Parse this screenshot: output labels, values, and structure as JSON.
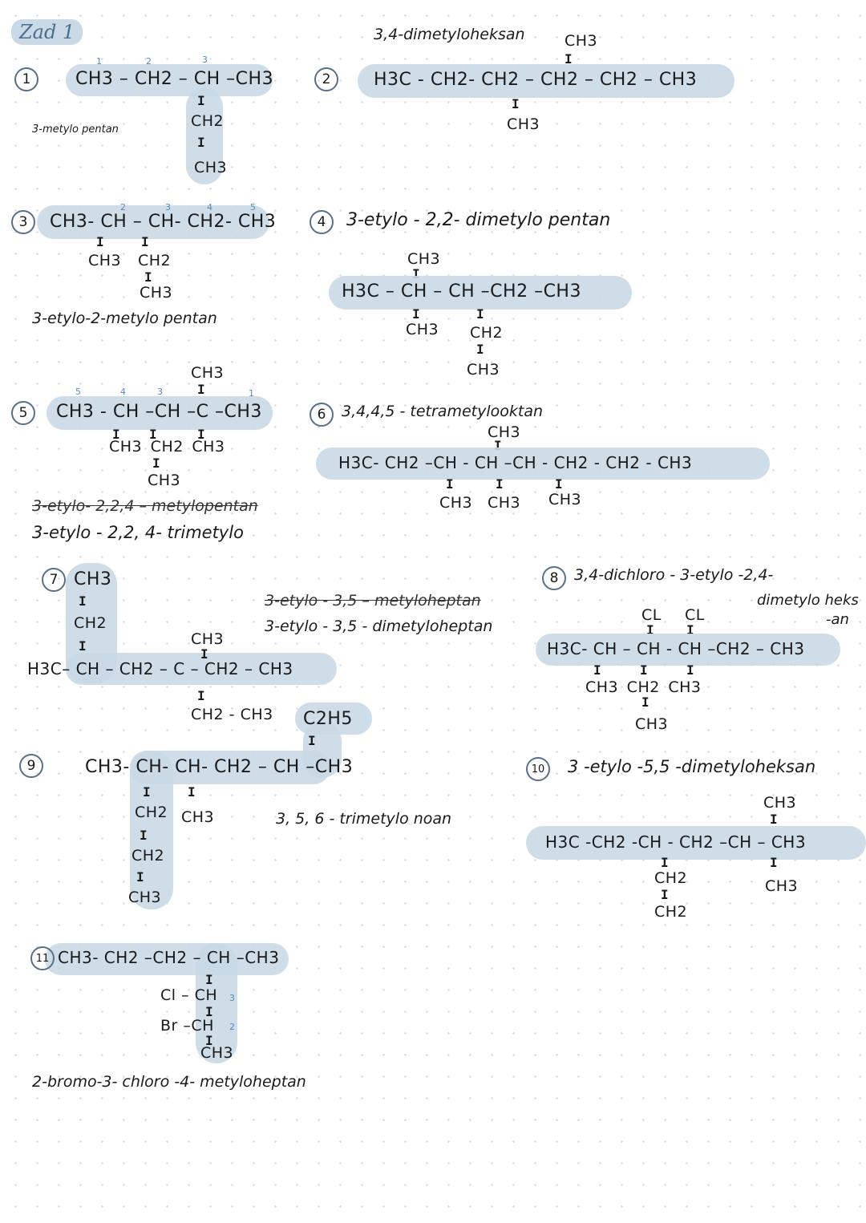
{
  "header": {
    "title": "Zad 1"
  },
  "p1": {
    "num": "1",
    "main": "CH3 – CH2 – CH –CH3",
    "b1": "I",
    "c1": "CH2",
    "b2": "I",
    "c2": "CH3",
    "name": "3-metylo pentan"
  },
  "p2": {
    "num": "2",
    "name": "3,4-dimetyloheksan",
    "top": "CH3",
    "b1": "I",
    "main": "H3C - CH2- CH2 – CH2 – CH2 – CH3",
    "b2": "I",
    "bottom": "CH3"
  },
  "p3": {
    "num": "3",
    "main": "CH3- CH – CH- CH2- CH3",
    "b1": "I",
    "b2": "I",
    "sub1": "CH3",
    "sub2": "CH2",
    "b3": "I",
    "sub3": "CH3",
    "name": "3-etylo-2-metylo pentan"
  },
  "p4": {
    "num": "4",
    "name": "3-etylo - 2,2- dimetylo pentan",
    "top": "CH3",
    "b1": "I",
    "main": "H3C – CH – CH –CH2 –CH3",
    "b2": "I",
    "b3": "I",
    "sub1": "CH3",
    "sub2": "CH2",
    "b4": "I",
    "sub3": "CH3"
  },
  "p5": {
    "num": "5",
    "top": "CH3",
    "b0": "I",
    "main": "CH3 - CH –CH –C –CH3",
    "b1": "I",
    "b2": "I",
    "b3": "I",
    "subs": "CH3 CH2 CH3",
    "b4": "I",
    "sub4": "CH3",
    "name_struck": "3-etylo- 2,2,4 – metylopentan",
    "name": "3-etylo - 2,2, 4- trimetylo"
  },
  "p6": {
    "num": "6",
    "name": "3,4,4,5 - tetrametylooktan",
    "top": "CH3",
    "b0": "I",
    "main": "H3C- CH2 –CH - CH –CH - CH2 - CH2 - CH3",
    "b1": "I",
    "b2": "I",
    "b3": "I",
    "s1": "CH3",
    "s2": "CH3",
    "s3": "CH3"
  },
  "p7": {
    "num": "7",
    "top": "CH3",
    "b1": "I",
    "mid": "CH2",
    "b2": "I",
    "right_top": "CH3",
    "b3": "I",
    "main": "H3C– CH – CH2 – C – CH2 – CH3",
    "b4": "I",
    "bottom": "CH2 - CH3",
    "name_struck": "3-etylo - 3,5 – metyloheptan",
    "name": "3-etylo - 3,5 - dimetyloheptan"
  },
  "p8": {
    "num": "8",
    "name_l1": "3,4-dichloro - 3-etylo -2,4-",
    "name_l2": "dimetylo heks",
    "name_l3": "-an",
    "cl1": "CL",
    "cl2": "CL",
    "bc1": "I",
    "bc2": "I",
    "main": "H3C- CH – CH - CH –CH2 – CH3",
    "b1": "I",
    "b2": "I",
    "b3": "I",
    "subs": "CH3  CH2  CH3",
    "b4": "I",
    "sub4": "CH3"
  },
  "p9": {
    "num": "9",
    "c2h5": "C2H5",
    "b0": "I",
    "main": "CH3- CH- CH- CH2 – CH –CH3",
    "b1": "I",
    "b2": "I",
    "s1": "CH2",
    "s2": "CH3",
    "b3": "I",
    "s3": "CH2",
    "b4": "I",
    "s4": "CH3",
    "name": "3, 5, 6 - trimetylo noan"
  },
  "p10": {
    "num": "10",
    "name": "3 -etylo -5,5 -dimetyloheksan",
    "top": "CH3",
    "b0": "I",
    "main": "H3C -CH2 -CH - CH2 –CH – CH3",
    "b1": "I",
    "b2": "I",
    "s1": "CH2",
    "s2": "CH3",
    "b3": "I",
    "s3": "CH2"
  },
  "p11": {
    "num": "11",
    "main": "CH3- CH2 –CH2 – CH –CH3",
    "b1": "I",
    "r1": "Cl – CH",
    "r1b": "3",
    "b2": "I",
    "r2": "Br –CH",
    "r2b": "2",
    "b3": "I",
    "r3": "CH3",
    "name": "2-bromo-3- chloro -4- metyloheptan"
  }
}
